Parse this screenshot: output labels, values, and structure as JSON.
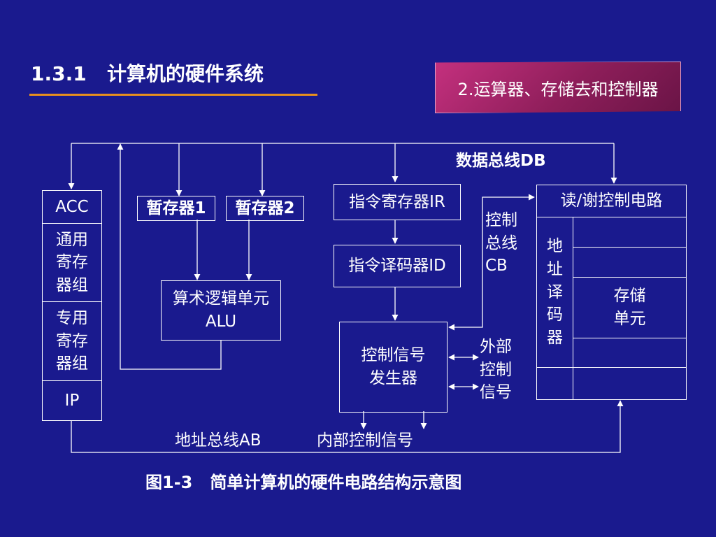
{
  "title": "1.3.1   计算机的硬件系统",
  "subtitle_badge": "2.运算器、存储去和控制器",
  "bus_labels": {
    "data_bus": "数据总线DB",
    "control_bus": "控制\n总线\nCB",
    "address_bus": "地址总线AB",
    "internal_control": "内部控制信号",
    "external_control": "外部\n控制\n信号"
  },
  "registers": {
    "acc": "ACC",
    "general": "通用\n寄存\n器组",
    "special": "专用\n寄存\n器组",
    "ip": "IP"
  },
  "temp_register_1": "暂存器1",
  "temp_register_2": "暂存器2",
  "alu": "算术逻辑单元\nALU",
  "instruction_register": "指令寄存器IR",
  "instruction_decoder": "指令译码器ID",
  "control_signal_generator": "控制信号\n发生器",
  "memory": {
    "rw_control": "读/谢控制电路",
    "address_decoder": "地\n址\n译\n码\n器",
    "storage_unit": "存储\n单元"
  },
  "caption": "图1-3   简单计算机的硬件电路结构示意图",
  "colors": {
    "background": "#1a1a8e",
    "title_underline": "#e8901e",
    "badge": "#a0246a",
    "lines": "#ffffff"
  }
}
